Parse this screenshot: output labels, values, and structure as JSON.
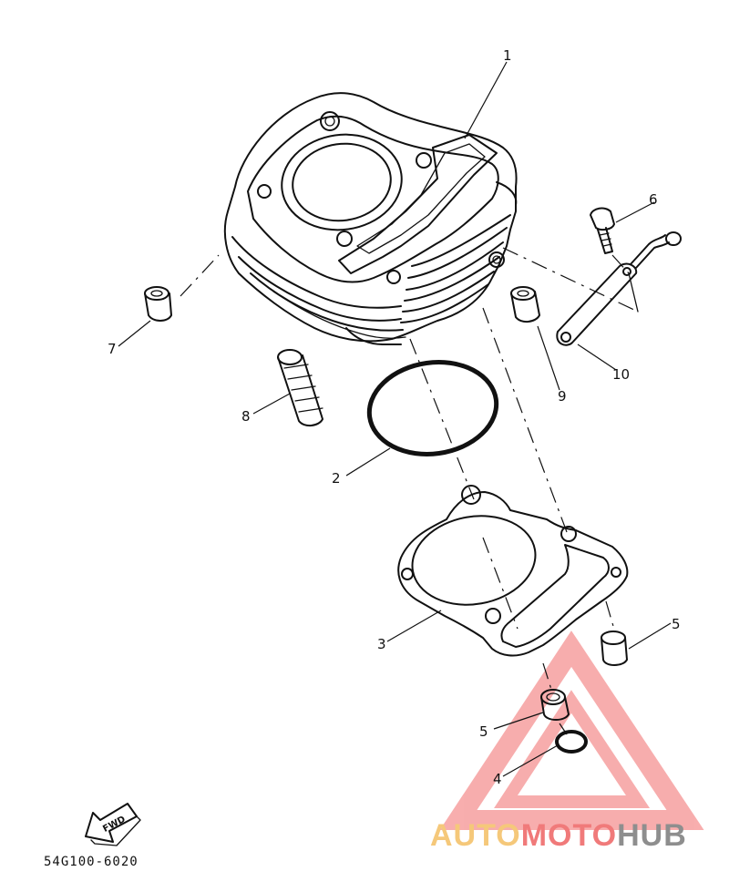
{
  "diagram": {
    "callouts": [
      {
        "id": "1",
        "text": "1"
      },
      {
        "id": "2",
        "text": "2"
      },
      {
        "id": "3",
        "text": "3"
      },
      {
        "id": "4",
        "text": "4"
      },
      {
        "id": "5a",
        "text": "5"
      },
      {
        "id": "5b",
        "text": "5"
      },
      {
        "id": "6",
        "text": "6"
      },
      {
        "id": "7",
        "text": "7"
      },
      {
        "id": "8",
        "text": "8"
      },
      {
        "id": "9",
        "text": "9"
      },
      {
        "id": "10",
        "text": "10"
      }
    ],
    "fwd_label": "FWD",
    "part_code": "54G100-6020"
  },
  "watermark": {
    "text_auto": "AUTO",
    "text_moto": "MOTO",
    "text_hub": "HUB",
    "colors": {
      "auto": "#f5c87a",
      "moto": "#f07a7a",
      "hub": "#8e8e8e",
      "triangle": "#f26b6b"
    }
  }
}
